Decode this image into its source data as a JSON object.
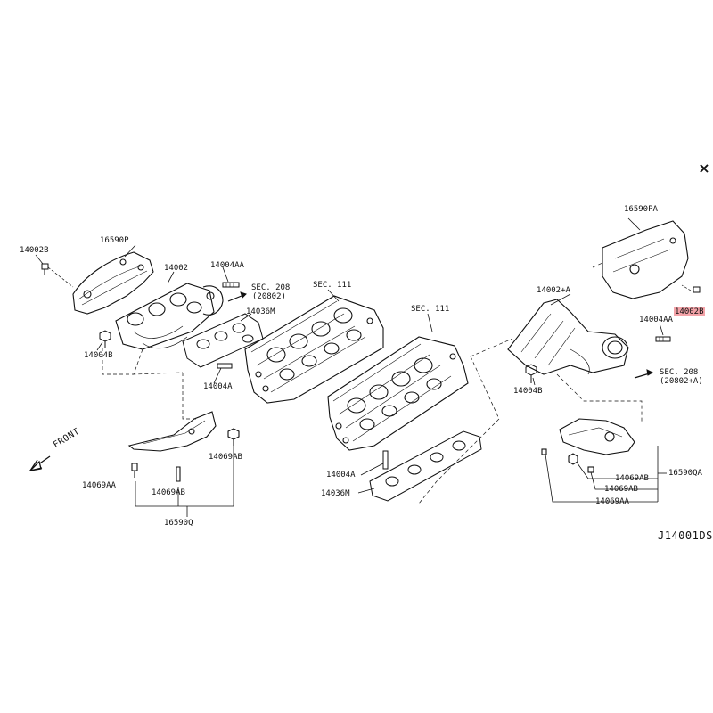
{
  "close_icon": "×",
  "diagram_code": "J14001DS",
  "front_label": "FRONT",
  "callouts": {
    "c_14002B_left": "14002B",
    "c_16590P": "16590P",
    "c_14002": "14002",
    "c_14004AA_left": "14004AA",
    "c_sec208_left_a": "SEC. 208",
    "c_sec208_left_b": "(20802)",
    "c_14036M_left": "14036M",
    "c_sec111_left": "SEC. 111",
    "c_sec111_right": "SEC. 111",
    "c_14004B_left": "14004B",
    "c_14004A_left": "14004A",
    "c_14069AB_left": "14069AB",
    "c_14069AA_left": "14069AA",
    "c_14069AB_left2": "14069AB",
    "c_16590Q": "16590Q",
    "c_16590PA": "16590PA",
    "c_14002A": "14002+A",
    "c_14002B_right": "14002B",
    "c_14004AA_right": "14004AA",
    "c_14004B_right": "14004B",
    "c_sec208_right_a": "SEC. 208",
    "c_sec208_right_b": "(20802+A)",
    "c_14069AB_r1": "14069AB",
    "c_16590QA": "16590QA",
    "c_14069AB_r2": "14069AB",
    "c_14069AA_right": "14069AA",
    "c_14004A_mid": "14004A",
    "c_14036M_mid": "14036M"
  },
  "colors": {
    "line": "#111111",
    "highlight": "#f4a3a8",
    "background": "#ffffff"
  }
}
